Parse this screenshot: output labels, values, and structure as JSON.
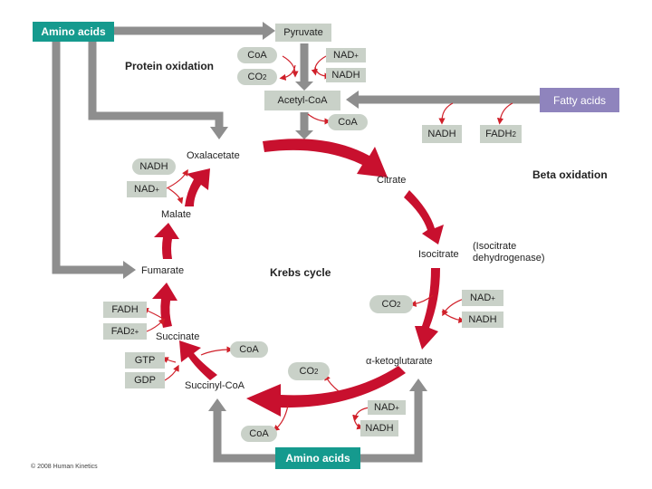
{
  "copyright": "© 2008 Human Kinetics",
  "boxes": {
    "amino_top": "Amino acids",
    "pyruvate": "Pyruvate",
    "acetyl_coa": "Acetyl-CoA",
    "fatty_acids": "Fatty acids",
    "amino_bottom": "Amino acids"
  },
  "section_labels": {
    "protein_oxidation": "Protein oxidation",
    "beta_oxidation": "Beta oxidation",
    "krebs_cycle": "Krebs cycle"
  },
  "metabolites": {
    "oxaloacetate": "Oxalacetate",
    "citrate": "Citrate",
    "isocitrate": "Isocitrate",
    "isocitrate_enzyme": "(Isocitrate\ndehydrogenase)",
    "alpha_kg": "α-ketoglutarate",
    "succinyl_coa": "Succinyl-CoA",
    "succinate": "Succinate",
    "fumarate": "Fumarate",
    "malate": "Malate"
  },
  "cofactors": {
    "coa_top": "CoA",
    "co2_top": "CO",
    "co2_top_sub": "2",
    "nad_top": "NAD",
    "nad_top_sup": "+",
    "nadh_top": "NADH",
    "coa_acetyl": "CoA",
    "nadh_fatty": "NADH",
    "fadh2_fatty": "FADH",
    "fadh2_fatty_sub": "2",
    "nadh_malate": "NADH",
    "nad_malate": "NAD",
    "nad_malate_sup": "+",
    "co2_iso": "CO",
    "co2_iso_sub": "2",
    "nad_iso": "NAD",
    "nad_iso_sup": "+",
    "nadh_iso": "NADH",
    "fadh_succ": "FADH",
    "fad_succ": "FAD",
    "fad_succ_sup": "2+",
    "coa_succ": "CoA",
    "gtp": "GTP",
    "gdp": "GDP",
    "co2_akg": "CO",
    "co2_akg_sub": "2",
    "nad_akg": "NAD",
    "nad_akg_sup": "+",
    "nadh_akg": "NADH",
    "coa_bottom": "CoA"
  },
  "colors": {
    "cycle_red": "#c8102e",
    "pathway_gray": "#8e8e8e",
    "teal": "#159a8e",
    "purple": "#8f84bd",
    "cofactor_fill": "#c9d1c8"
  }
}
